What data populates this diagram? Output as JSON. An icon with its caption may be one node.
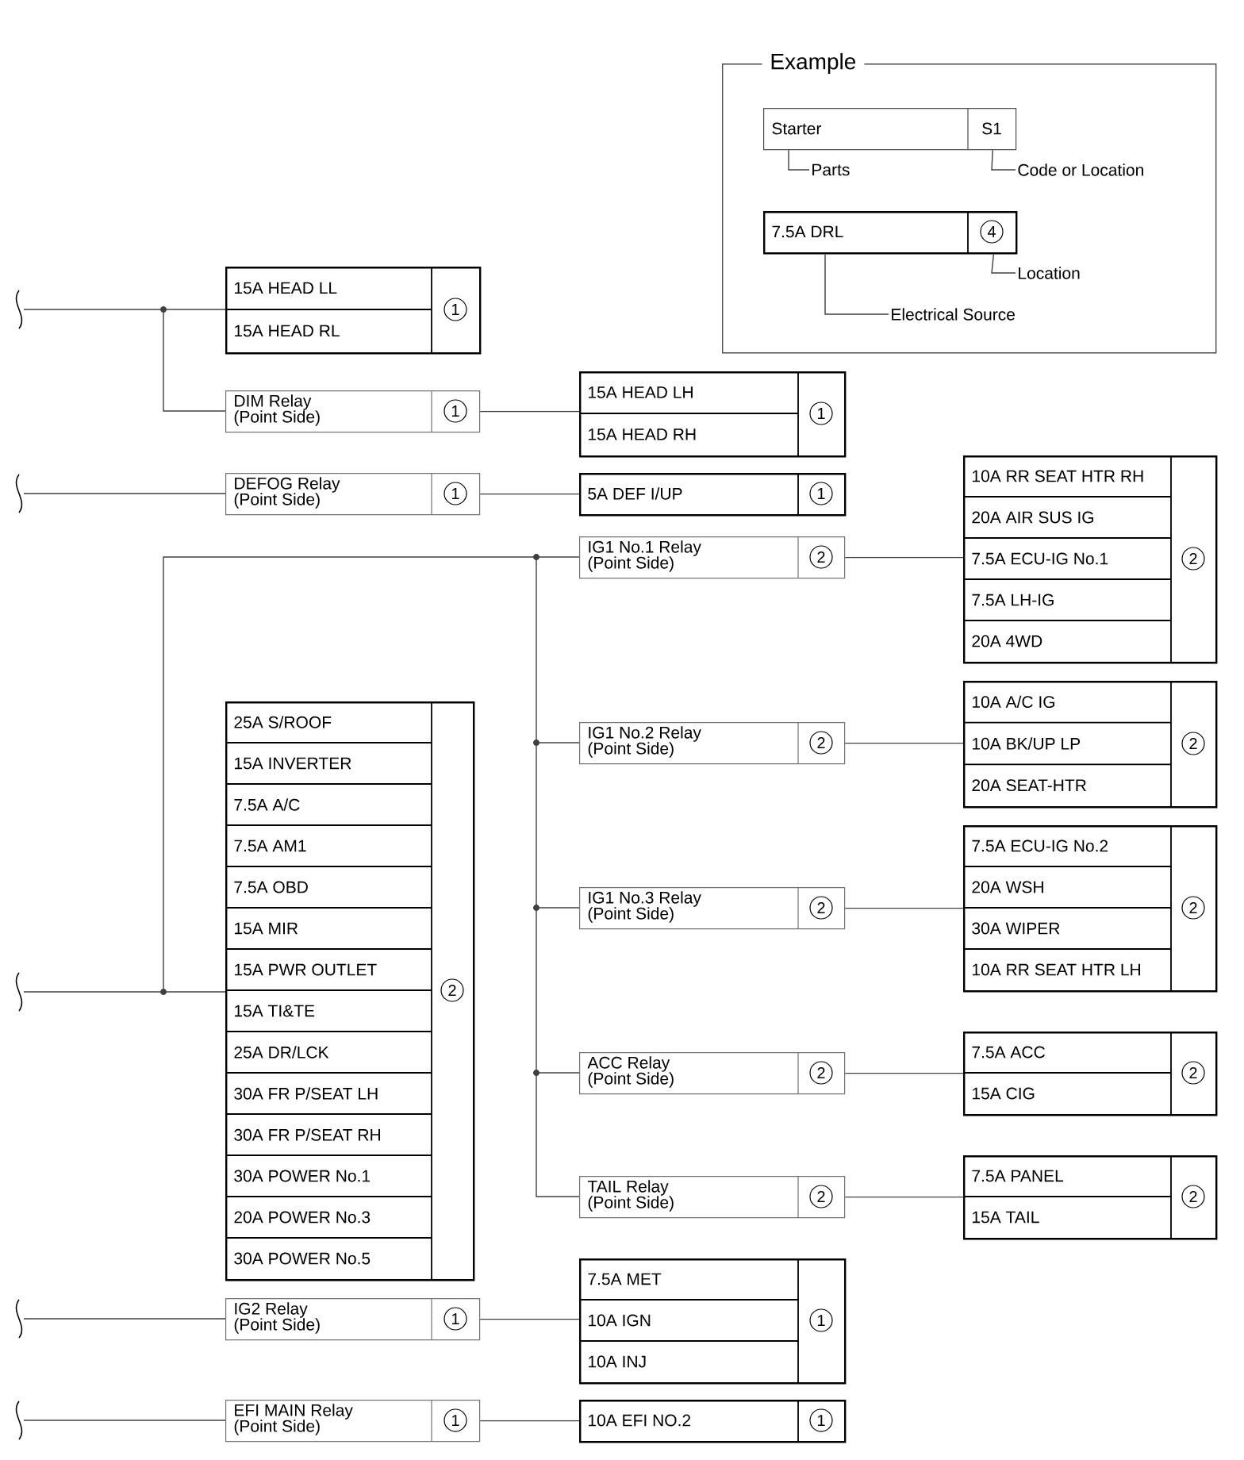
{
  "diagram": {
    "nodes": [
      {
        "text": [
          "Example"
        ]
      },
      {
        "text": [
          "Starter",
          "S1"
        ],
        "in": 0
      },
      {
        "text": [
          "Parts"
        ],
        "in": 0
      },
      {
        "text": [
          "Code or Location"
        ],
        "in": 0
      },
      {
        "text": [
          "7.5A DRL",
          "4"
        ],
        "in": 0
      },
      {
        "text": [
          "Location"
        ],
        "in": 0
      },
      {
        "text": [
          "Electrical Source"
        ],
        "in": 0
      },
      {
        "text": [
          "15A HEAD LL",
          "15A HEAD RL",
          "1"
        ]
      },
      {
        "text": [
          "DIM Relay",
          "(Point Side)",
          "1"
        ]
      },
      {
        "text": [
          "15A HEAD LH",
          "15A HEAD RH",
          "1"
        ]
      },
      {
        "text": [
          "DEFOG Relay",
          "(Point Side)",
          "1"
        ]
      },
      {
        "text": [
          "5A DEF I/UP",
          "1"
        ]
      },
      {
        "text": [
          "IG1 No.1 Relay",
          "(Point Side)",
          "2"
        ]
      },
      {
        "text": [
          "10A RR SEAT HTR RH",
          "20A AIR SUS IG",
          "7.5A ECU-IG No.1",
          "7.5A LH-IG",
          "20A 4WD",
          "2"
        ]
      },
      {
        "text": [
          "IG1 No.2 Relay",
          "(Point Side)",
          "2"
        ]
      },
      {
        "text": [
          "10A A/C IG",
          "10A BK/UP LP",
          "20A SEAT-HTR",
          "2"
        ]
      },
      {
        "text": [
          "25A S/ROOF",
          "15A INVERTER",
          "7.5A A/C",
          "7.5A AM1",
          "7.5A OBD",
          "15A MIR",
          "15A PWR OUTLET",
          "15A TI&TE",
          "25A DR/LCK",
          "30A FR P/SEAT LH",
          "30A FR P/SEAT RH",
          "30A POWER No.1",
          "20A POWER No.3",
          "30A POWER No.5",
          "2"
        ]
      },
      {
        "text": [
          "IG1 No.3 Relay",
          "(Point Side)",
          "2"
        ]
      },
      {
        "text": [
          "7.5A ECU-IG No.2",
          "20A WSH",
          "30A WIPER",
          "10A RR SEAT HTR LH",
          "2"
        ]
      },
      {
        "text": [
          "ACC Relay",
          "(Point Side)",
          "2"
        ]
      },
      {
        "text": [
          "7.5A ACC",
          "15A CIG",
          "2"
        ]
      },
      {
        "text": [
          "TAIL Relay",
          "(Point Side)",
          "2"
        ]
      },
      {
        "text": [
          "7.5A PANEL",
          "15A TAIL",
          "2"
        ]
      },
      {
        "text": [
          "IG2 Relay",
          "(Point Side)",
          "1"
        ]
      },
      {
        "text": [
          "7.5A MET",
          "10A IGN",
          "10A INJ",
          "1"
        ]
      },
      {
        "text": [
          "EFI MAIN Relay",
          "(Point Side)",
          "1"
        ]
      },
      {
        "text": [
          "10A EFI NO.2",
          "1"
        ]
      }
    ],
    "edges": [
      {
        "from": null,
        "to": 7,
        "arrow": "none"
      },
      {
        "from": null,
        "to": 8,
        "arrow": "none"
      },
      {
        "from": 8,
        "to": 9,
        "arrow": "none"
      },
      {
        "from": null,
        "to": 10,
        "arrow": "none"
      },
      {
        "from": 10,
        "to": 11,
        "arrow": "none"
      },
      {
        "from": null,
        "to": 16,
        "arrow": "none"
      },
      {
        "from": null,
        "to": 12,
        "arrow": "none"
      },
      {
        "from": null,
        "to": 14,
        "arrow": "none"
      },
      {
        "from": null,
        "to": 17,
        "arrow": "none"
      },
      {
        "from": null,
        "to": 19,
        "arrow": "none"
      },
      {
        "from": null,
        "to": 21,
        "arrow": "none"
      },
      {
        "from": 12,
        "to": 13,
        "arrow": "none"
      },
      {
        "from": 14,
        "to": 15,
        "arrow": "none"
      },
      {
        "from": 17,
        "to": 18,
        "arrow": "none"
      },
      {
        "from": 19,
        "to": 20,
        "arrow": "none"
      },
      {
        "from": 21,
        "to": 22,
        "arrow": "none"
      },
      {
        "from": null,
        "to": 23,
        "arrow": "none"
      },
      {
        "from": 23,
        "to": 24,
        "arrow": "none"
      },
      {
        "from": null,
        "to": 25,
        "arrow": "none"
      },
      {
        "from": 25,
        "to": 26,
        "arrow": "none"
      },
      {
        "from": 2,
        "to": 1,
        "arrow": "none"
      },
      {
        "from": 3,
        "to": 1,
        "arrow": "none"
      },
      {
        "from": 5,
        "to": 4,
        "arrow": "none"
      },
      {
        "from": 6,
        "to": 4,
        "arrow": "none"
      }
    ]
  }
}
